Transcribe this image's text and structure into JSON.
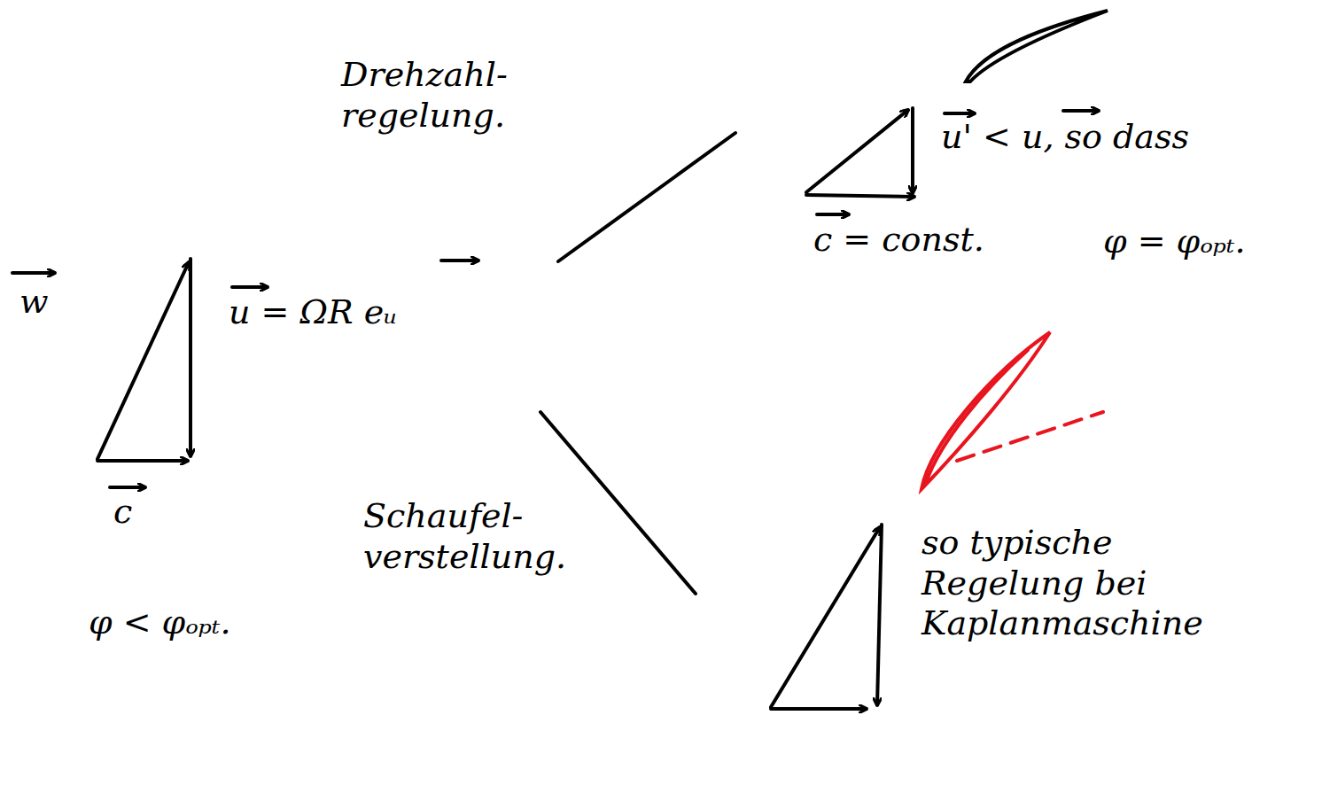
{
  "diagram": {
    "labels": [
      "Drehzahl- regelung.",
      "w",
      "u = ΩR eᵤ",
      "c",
      "φ < φₒₚₜ.",
      "Schaufel- verstellung.",
      "u' < u, so dass",
      "c = const.",
      "φ = φₒₚₜ.",
      "so typische Regelung bei Kaplanmaschine"
    ]
  }
}
